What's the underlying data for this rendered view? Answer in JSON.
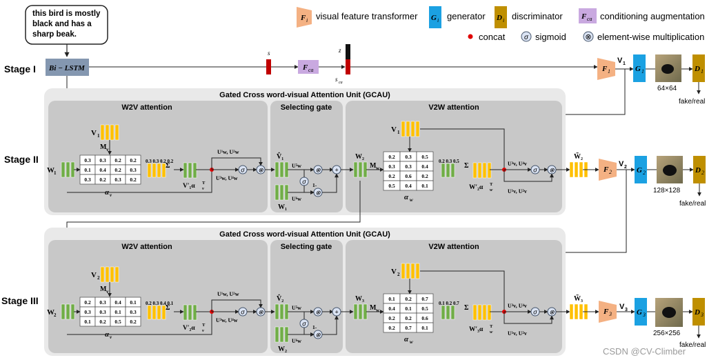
{
  "caption_text": "this bird is mostly black and has a sharp beak.",
  "caption_lines": [
    "this bird is mostly",
    "black and has a",
    "sharp beak."
  ],
  "legend": {
    "f_symbol": "F",
    "f_sub": "i",
    "f_label": "visual feature transformer",
    "g_symbol": "G",
    "g_sub": "i",
    "g_label": "generator",
    "d_symbol": "D",
    "d_sub": "i",
    "d_label": "discriminator",
    "fca_label": "conditioning augmentation",
    "concat_label": "concat",
    "sigmoid_label": "sigmoid",
    "sigmoid_symbol": "σ",
    "mult_label": "element-wise multiplication",
    "mult_symbol": "⊗"
  },
  "stages": {
    "stage1": "Stage I",
    "stage2": "Stage II",
    "stage3": "Stage III"
  },
  "bilstm": "Bi − LSTM",
  "fca": "F",
  "fca_sub": "ca",
  "s_label": "s",
  "z_label": "z",
  "sca_label": "s",
  "sca_sub": "ca",
  "gcau_title": "Gated Cross word-visual Attention Unit (GCAU)",
  "w2v_title": "W2V attention",
  "gate_title": "Selecting gate",
  "v2w_title": "V2W attention",
  "stage1_blocks": {
    "f": "F",
    "f_sub": "1",
    "v": "V",
    "v_sub": "1",
    "g": "G",
    "g_sub": "1",
    "d": "D",
    "d_sub": "1",
    "res": "64×64",
    "out": "fake/real"
  },
  "stage2_blocks": {
    "f": "F",
    "f_sub": "2",
    "v": "V",
    "v_sub": "2",
    "g": "G",
    "g_sub": "2",
    "d": "D",
    "d_sub": "2",
    "res": "128×128",
    "out": "fake/real"
  },
  "stage3_blocks": {
    "f": "F",
    "f_sub": "3",
    "v": "V",
    "v_sub": "3",
    "g": "G",
    "g_sub": "3",
    "d": "D",
    "d_sub": "3",
    "res": "256×256",
    "out": "fake/real"
  },
  "gcau1": {
    "w_in": "W",
    "w_in_sub": "1",
    "v_in": "V",
    "v_in_sub": "1",
    "mv": "M",
    "mv_sub": "v",
    "alpha_v": "α",
    "alpha_v_sub": "v",
    "av_matrix": [
      [
        "0.3",
        "0.3",
        "0.2",
        "0.2"
      ],
      [
        "0.1",
        "0.4",
        "0.2",
        "0.3"
      ],
      [
        "0.3",
        "0.2",
        "0.3",
        "0.2"
      ]
    ],
    "av_row": "0.3 0.3 0.2 0.2",
    "vprime": "V′₁α",
    "vprime_sup": "T",
    "vprime_sub": "v",
    "u12w": "U¹w, U²w",
    "u34w": "U³w, U⁴w",
    "vhat": "V̂₁",
    "u5w": "U⁵w",
    "u6w": "U⁶w",
    "w_gate": "W₁",
    "one_minus": "1-",
    "w2": "W₂",
    "mw": "M",
    "mw_sub": "w",
    "aw_matrix": [
      [
        "0.2",
        "0.3",
        "0.5"
      ],
      [
        "0.3",
        "0.3",
        "0.4"
      ],
      [
        "0.2",
        "0.6",
        "0.2"
      ],
      [
        "0.5",
        "0.4",
        "0.1"
      ]
    ],
    "aw_row": "0.2 0.3 0.5",
    "alpha_w": "α",
    "alpha_w_sub": "w",
    "wprime": "W′₂α",
    "wprime_sup": "T",
    "wprime_sub": "w",
    "u34v": "U³v, U⁴v",
    "u12v": "U¹v, U²v",
    "what": "W̃₂"
  },
  "gcau2": {
    "w_in": "W",
    "w_in_sub": "2",
    "v_in": "V",
    "v_in_sub": "2",
    "mv": "M",
    "mv_sub": "v",
    "alpha_v": "α",
    "alpha_v_sub": "v",
    "av_matrix": [
      [
        "0.2",
        "0.3",
        "0.4",
        "0.1"
      ],
      [
        "0.3",
        "0.3",
        "0.1",
        "0.3"
      ],
      [
        "0.1",
        "0.2",
        "0.5",
        "0.2"
      ]
    ],
    "av_row": "0.2 0.3 0.4 0.1",
    "vprime": "V′₂α",
    "vprime_sup": "T",
    "vprime_sub": "v",
    "u12w": "U¹w, U²w",
    "u34w": "U³w, U⁴w",
    "vhat": "V̂₂",
    "u5w": "U⁵w",
    "u6w": "U⁶w",
    "w_gate": "W₂",
    "one_minus": "1-",
    "w3": "W₃",
    "mw": "M",
    "mw_sub": "w",
    "aw_matrix": [
      [
        "0.1",
        "0.2",
        "0.7"
      ],
      [
        "0.4",
        "0.1",
        "0.5"
      ],
      [
        "0.2",
        "0.2",
        "0.6"
      ],
      [
        "0.2",
        "0.7",
        "0.1"
      ]
    ],
    "aw_row": "0.1 0.2 0.7",
    "alpha_w": "α",
    "alpha_w_sub": "w",
    "wprime": "W′₃α",
    "wprime_sup": "T",
    "wprime_sub": "w",
    "u34v": "U³v, U⁴v",
    "u12v": "U¹v, U²v",
    "what": "W̃₃"
  },
  "watermark": "CSDN @CV-Climber",
  "colors": {
    "f_block": "#F4B183",
    "g_block": "#1BA1E2",
    "d_block": "#BF8F00",
    "fca_block": "#C9A9E0",
    "green": "#70AD47",
    "yellow": "#FFC000",
    "bilstm": "#8497B0",
    "red_bar": "#C00000",
    "panel": "#E9E9E9",
    "sub_panel": "#C8C8C8",
    "circle": "#DAE3F3"
  }
}
